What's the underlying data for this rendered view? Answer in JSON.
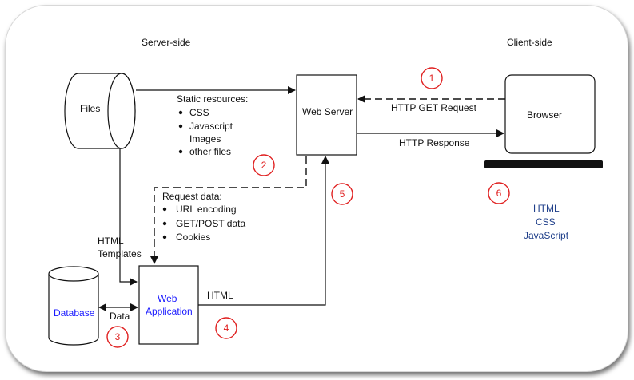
{
  "headers": {
    "server_side": "Server-side",
    "client_side": "Client-side"
  },
  "nodes": {
    "files": "Files",
    "web_server": "Web Server",
    "browser": "Browser",
    "database": "Database",
    "web_application": [
      "Web",
      "Application"
    ]
  },
  "static_resources": {
    "title": "Static resources:",
    "items": [
      "CSS",
      "Javascript",
      "Images",
      "other files"
    ]
  },
  "request_data": {
    "title": "Request data:",
    "items": [
      "URL encoding",
      "GET/POST data",
      "Cookies"
    ]
  },
  "edge_labels": {
    "http_get": "HTTP GET Request",
    "http_response": "HTTP Response",
    "html_templates": [
      "HTML",
      "Templates"
    ],
    "data": "Data",
    "html": "HTML"
  },
  "client_tech": [
    "HTML",
    "CSS",
    "JavaScript"
  ],
  "step_numbers": [
    "1",
    "2",
    "3",
    "4",
    "5",
    "6"
  ],
  "colors": {
    "app_blue": "#1a1aff",
    "client_blue": "#1f3f8a",
    "step_red": "#e02020"
  }
}
